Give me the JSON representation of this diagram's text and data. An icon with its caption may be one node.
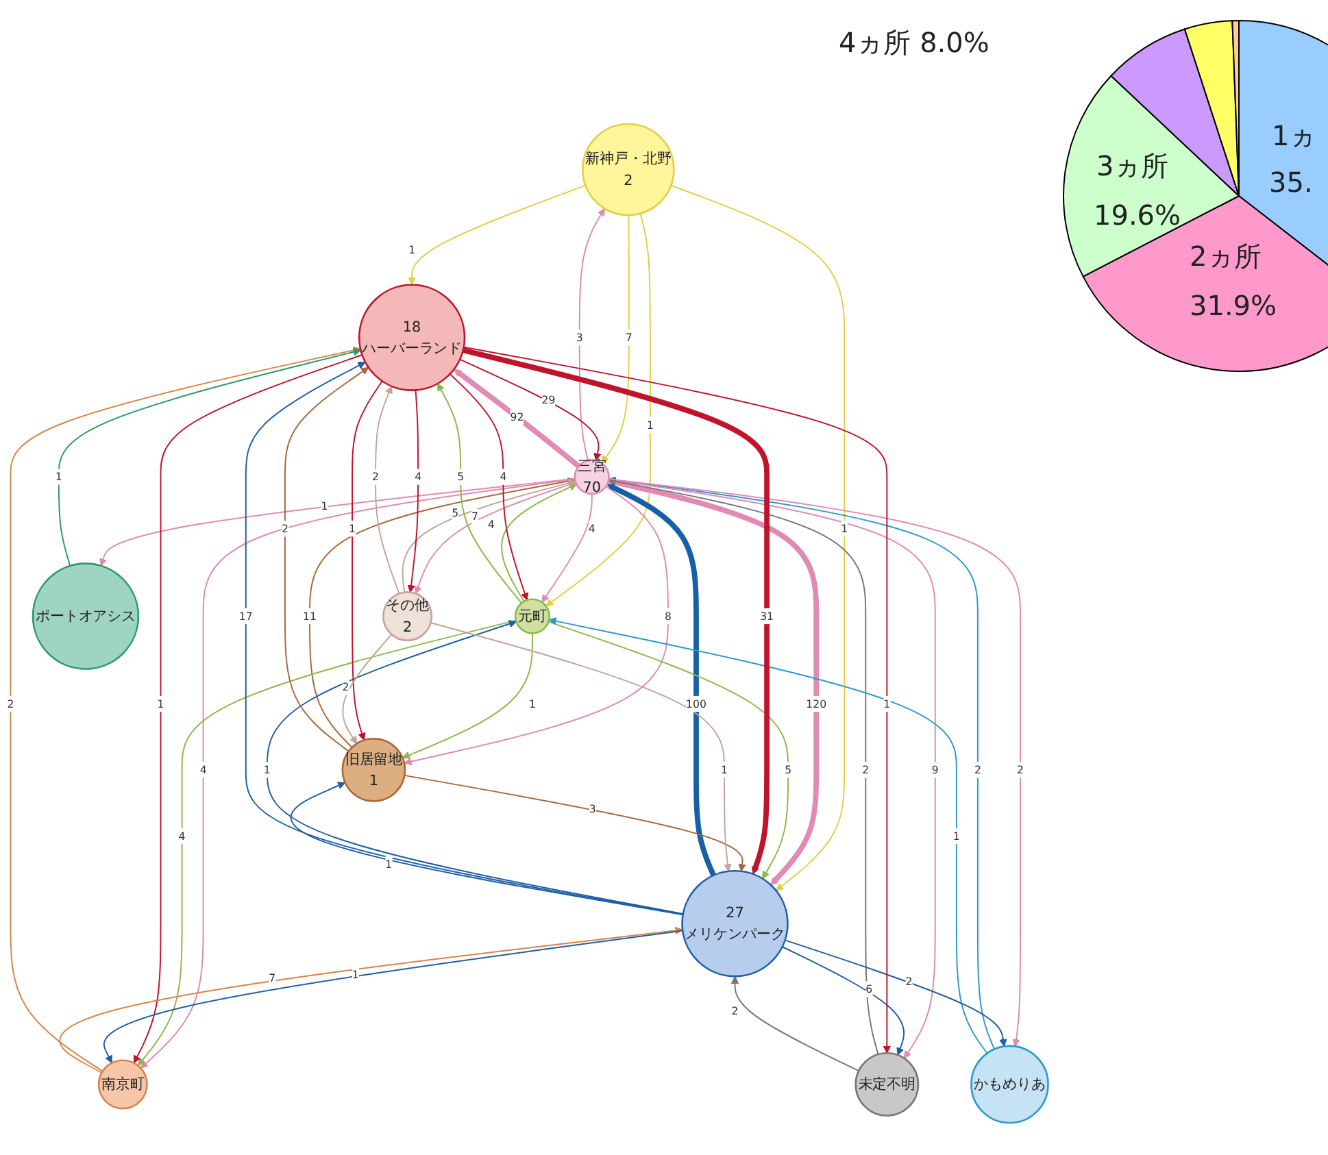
{
  "diagram": {
    "nodes": [
      {
        "text": [
          "新神戸・北野",
          "2"
        ]
      },
      {
        "text": [
          "三宮",
          "70"
        ]
      },
      {
        "text": [
          "元町"
        ]
      },
      {
        "text": [
          "南京町"
        ]
      },
      {
        "text": [
          "旧居留地",
          "1"
        ]
      },
      {
        "text": [
          "ポートオアシス"
        ]
      },
      {
        "text": [
          "未定不明"
        ]
      },
      {
        "text": [
          "かもめりあ"
        ]
      },
      {
        "text": [
          "27",
          "メリケンパーク"
        ]
      },
      {
        "text": [
          "その他",
          "2"
        ]
      },
      {
        "text": [
          "18",
          "ハーバーランド"
        ]
      }
    ],
    "edges": [
      {
        "from": 0,
        "to": 10,
        "label": "1",
        "arrow": "to",
        "color": "#e3cf45"
      },
      {
        "from": 0,
        "to": 2,
        "label": "1",
        "arrow": "to",
        "color": "#e3cf45"
      },
      {
        "from": 0,
        "to": 8,
        "label": "1",
        "arrow": "to",
        "color": "#e3cf45"
      },
      {
        "from": 0,
        "to": 1,
        "label": "7",
        "arrow": "to",
        "color": "#e3cf45"
      },
      {
        "from": 1,
        "to": 0,
        "label": "3",
        "arrow": "to",
        "color": "#e08ab4"
      },
      {
        "from": 1,
        "to": 2,
        "label": "4",
        "arrow": "to",
        "color": "#e08ab4"
      },
      {
        "from": 2,
        "to": 1,
        "label": "4",
        "arrow": "to",
        "color": "#8db84a"
      },
      {
        "from": 10,
        "to": 1,
        "label": "29",
        "arrow": "to",
        "color": "#c0142a"
      },
      {
        "from": 1,
        "to": 10,
        "label": "92",
        "arrow": "to",
        "style": "thick",
        "color": "#e08ab4"
      },
      {
        "from": 7,
        "to": 1,
        "label": "2",
        "arrow": "to",
        "color": "#2a9ad0"
      },
      {
        "from": 1,
        "to": 3,
        "label": "4",
        "arrow": "to",
        "color": "#e08ab4"
      },
      {
        "from": 1,
        "to": 8,
        "label": "120",
        "arrow": "to",
        "style": "thick",
        "color": "#e08ab4"
      },
      {
        "from": 8,
        "to": 1,
        "label": "100",
        "arrow": "to",
        "style": "thick",
        "color": "#1660a8"
      },
      {
        "from": 1,
        "to": 4,
        "label": "8",
        "arrow": "to",
        "color": "#e08ab4"
      },
      {
        "from": 4,
        "to": 1,
        "label": "11",
        "arrow": "to",
        "color": "#a8683a"
      },
      {
        "from": 1,
        "to": 5,
        "label": "1",
        "arrow": "to",
        "color": "#e08ab4"
      },
      {
        "from": 9,
        "to": 1,
        "label": "5",
        "arrow": "to",
        "color": "#c4a49a"
      },
      {
        "from": 1,
        "to": 9,
        "label": "7",
        "arrow": "to",
        "color": "#e08ab4"
      },
      {
        "from": 1,
        "to": 6,
        "label": "9",
        "arrow": "to",
        "color": "#e08ab4"
      },
      {
        "from": 6,
        "to": 1,
        "label": "2",
        "arrow": "to",
        "color": "#777777"
      },
      {
        "from": 2,
        "to": 10,
        "label": "5",
        "arrow": "to",
        "color": "#8db84a"
      },
      {
        "from": 10,
        "to": 2,
        "label": "4",
        "arrow": "to",
        "color": "#c0142a"
      },
      {
        "from": 2,
        "to": 4,
        "label": "1",
        "arrow": "to",
        "color": "#8db84a"
      },
      {
        "from": 2,
        "to": 3,
        "label": "4",
        "arrow": "to",
        "color": "#8db84a"
      },
      {
        "from": 2,
        "to": 8,
        "label": "5",
        "arrow": "to",
        "color": "#8db84a"
      },
      {
        "from": 7,
        "to": 2,
        "label": "1",
        "arrow": "to",
        "color": "#2a9ad0"
      },
      {
        "from": 8,
        "to": 2,
        "label": "1",
        "arrow": "to",
        "color": "#1f5fa8"
      },
      {
        "from": 1,
        "to": 7,
        "label": "2",
        "arrow": "to",
        "color": "#e08ab4"
      },
      {
        "from": 10,
        "to": 3,
        "label": "1",
        "arrow": "to",
        "color": "#c0142a"
      },
      {
        "from": 3,
        "to": 10,
        "label": "2",
        "arrow": "to",
        "color": "#d9834a"
      },
      {
        "from": 3,
        "to": 8,
        "label": "7",
        "arrow": "to",
        "color": "#d9834a"
      },
      {
        "from": 8,
        "to": 3,
        "label": "1",
        "arrow": "to",
        "color": "#1f5fa8"
      },
      {
        "from": 8,
        "to": 7,
        "label": "2",
        "arrow": "to",
        "color": "#1f5fa8"
      },
      {
        "from": 4,
        "to": 10,
        "label": "2",
        "arrow": "to",
        "color": "#a8683a"
      },
      {
        "from": 10,
        "to": 4,
        "label": "1",
        "arrow": "to",
        "color": "#c0142a"
      },
      {
        "from": 10,
        "to": 8,
        "label": "31",
        "arrow": "to",
        "style": "thick",
        "color": "#c0142a"
      },
      {
        "from": 8,
        "to": 10,
        "label": "17",
        "arrow": "to",
        "color": "#1f5fa8"
      },
      {
        "from": 8,
        "to": 4,
        "label": "1",
        "arrow": "to",
        "color": "#1f5fa8"
      },
      {
        "from": 4,
        "to": 8,
        "label": "3",
        "arrow": "to",
        "color": "#a8683a"
      },
      {
        "from": 9,
        "to": 4,
        "label": "2",
        "arrow": "to",
        "color": "#c4a49a"
      },
      {
        "from": 8,
        "to": 6,
        "label": "6",
        "arrow": "to",
        "color": "#1f5fa8"
      },
      {
        "from": 6,
        "to": 8,
        "label": "2",
        "arrow": "to",
        "color": "#777777"
      },
      {
        "from": 5,
        "to": 10,
        "label": "1",
        "arrow": "to",
        "color": "#2e9a6a"
      },
      {
        "from": 9,
        "to": 8,
        "label": "1",
        "arrow": "to",
        "color": "#c4a49a"
      },
      {
        "from": 9,
        "to": 10,
        "label": "2",
        "arrow": "to",
        "color": "#c4a49a"
      },
      {
        "from": 10,
        "to": 9,
        "label": "4",
        "arrow": "to",
        "color": "#c0142a"
      },
      {
        "from": 10,
        "to": 6,
        "label": "1",
        "arrow": "to",
        "color": "#c0142a"
      }
    ],
    "labels": [
      "4ヵ所 8.0%",
      "1ヵ",
      "3ヵ所",
      "35.",
      "19.6%",
      "2ヵ所",
      "31.9%"
    ]
  }
}
